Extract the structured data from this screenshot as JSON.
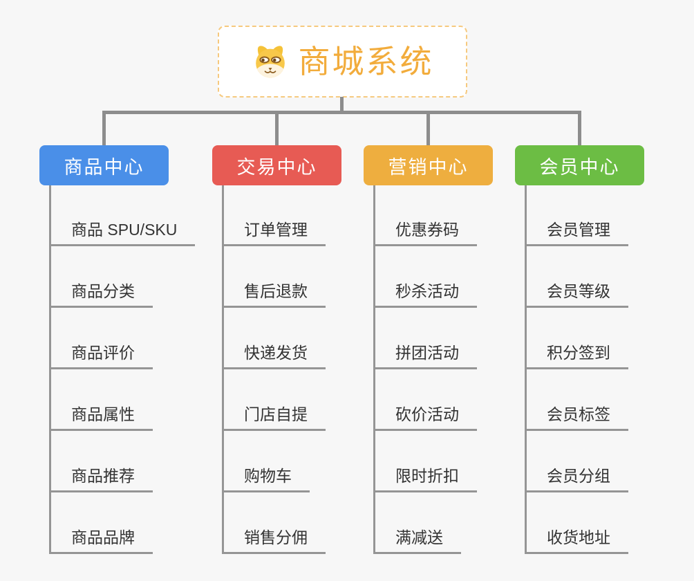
{
  "root": {
    "title": "商城系统",
    "icon": "shiba-dog-icon"
  },
  "branches": [
    {
      "label": "商品中心",
      "color": "#4a8fe8",
      "children": [
        "商品 SPU/SKU",
        "商品分类",
        "商品评价",
        "商品属性",
        "商品推荐",
        "商品品牌"
      ]
    },
    {
      "label": "交易中心",
      "color": "#e75b54",
      "children": [
        "订单管理",
        "售后退款",
        "快递发货",
        "门店自提",
        "购物车",
        "销售分佣"
      ]
    },
    {
      "label": "营销中心",
      "color": "#eeae3f",
      "children": [
        "优惠券码",
        "秒杀活动",
        "拼团活动",
        "砍价活动",
        "限时折扣",
        "满减送"
      ]
    },
    {
      "label": "会员中心",
      "color": "#6cbd44",
      "children": [
        "会员管理",
        "会员等级",
        "积分签到",
        "会员标签",
        "会员分组",
        "收货地址"
      ]
    }
  ],
  "colors": {
    "background": "#f7f7f7",
    "root_accent": "#f2ac3c",
    "root_border": "#f6c97e",
    "connector": "#8d8d8d",
    "branch_line": "#959595",
    "child_text": "#333333"
  }
}
